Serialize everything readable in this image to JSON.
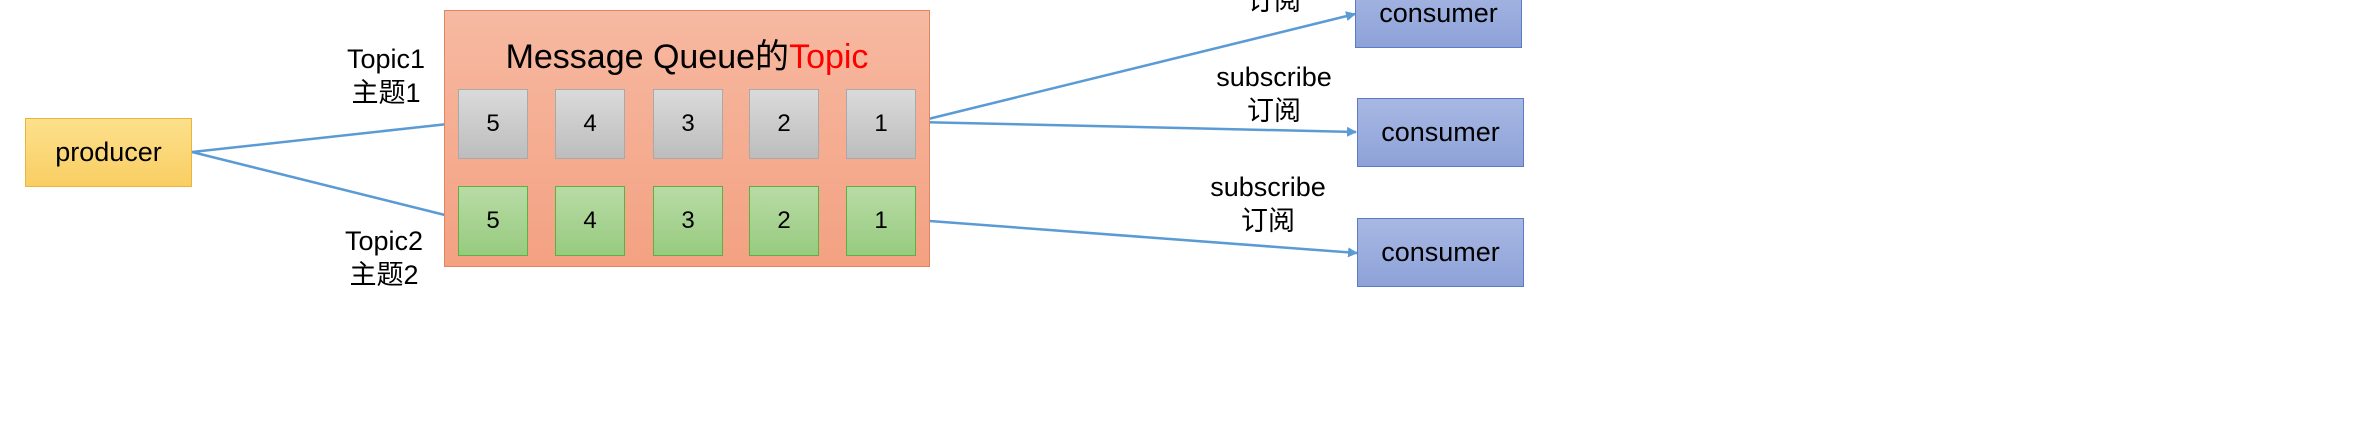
{
  "producer": {
    "label": "producer"
  },
  "queue": {
    "title_main": "Message Queue的",
    "title_accent": "Topic",
    "accent_color": "#ff0000"
  },
  "topics": [
    {
      "name": "Topic1",
      "name_cn": "主题1",
      "color": "gray",
      "cells": [
        "5",
        "4",
        "3",
        "2",
        "1"
      ]
    },
    {
      "name": "Topic2",
      "name_cn": "主题2",
      "color": "green",
      "cells": [
        "5",
        "4",
        "3",
        "2",
        "1"
      ]
    }
  ],
  "consumers": [
    {
      "label": "consumer",
      "edge_label": "",
      "edge_label_cn": "订阅"
    },
    {
      "label": "consumer",
      "edge_label": "subscribe",
      "edge_label_cn": "订阅"
    },
    {
      "label": "consumer",
      "edge_label": "subscribe",
      "edge_label_cn": "订阅"
    }
  ],
  "colors": {
    "arrow": "#5b9bd5",
    "producer_fill": "#f9ce63",
    "queue_fill": "#f4a182",
    "topic1_fill": "#bdbdbd",
    "topic2_fill": "#97cb7f",
    "consumer_fill": "#8ea2d8"
  }
}
